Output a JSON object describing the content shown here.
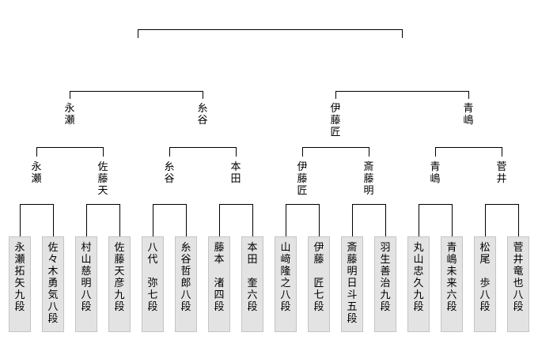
{
  "bracket": {
    "players": [
      "永\n瀬\n拓\n矢\n九\n段",
      "佐\n々\n木\n勇\n気\n八\n段",
      "村\n山\n慈\n明\n八\n段",
      "佐\n藤\n天\n彦\n九\n段",
      "八\n代\n \n弥\n七\n段",
      "糸\n谷\n哲\n郎\n八\n段",
      "藤\n本\n \n渚\n四\n段",
      "本\n田\n \n奎\n六\n段",
      "山\n﨑\n隆\n之\n八\n段",
      "伊\n藤\n \n匠\n七\n段",
      "斎\n藤\n明\n日\n斗\n五\n段",
      "羽\n生\n善\n治\n九\n段",
      "丸\n山\n忠\n久\n九\n段",
      "青\n嶋\n未\n来\n六\n段",
      "松\n尾\n \n歩\n八\n段",
      "菅\n井\n竜\n也\n八\n段"
    ],
    "round1_winners": [
      "永\n瀬",
      "佐\n藤\n天",
      "糸\n谷",
      "本\n田",
      "伊\n藤\n匠",
      "斎\n藤\n明",
      "青\n嶋",
      "菅\n井"
    ],
    "round2_winners": [
      "永\n瀬",
      "糸\n谷",
      "伊\n藤\n匠",
      "青\n嶋"
    ]
  },
  "colors": {
    "line": "#000000",
    "player_box": "#e3e3e3",
    "player_border": "#c4c4c4"
  }
}
